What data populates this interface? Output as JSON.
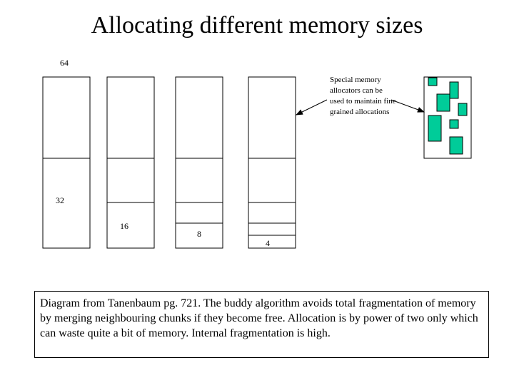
{
  "title": "Allocating different memory sizes",
  "blocks": {
    "label_64": "64",
    "label_32": "32",
    "label_16": "16",
    "label_8": "8",
    "label_4": "4"
  },
  "note": "Special memory allocators can be used to maintain fine grained allocations",
  "caption": "Diagram from Tanenbaum pg. 721. The buddy algorithm avoids total fragmentation of memory by merging neighbouring chunks if they become free. Allocation is by power of two only which can waste quite a bit of memory. Internal fragmentation is high.",
  "colors": {
    "chunk_fill": "#00cc99",
    "stroke": "#000000"
  }
}
